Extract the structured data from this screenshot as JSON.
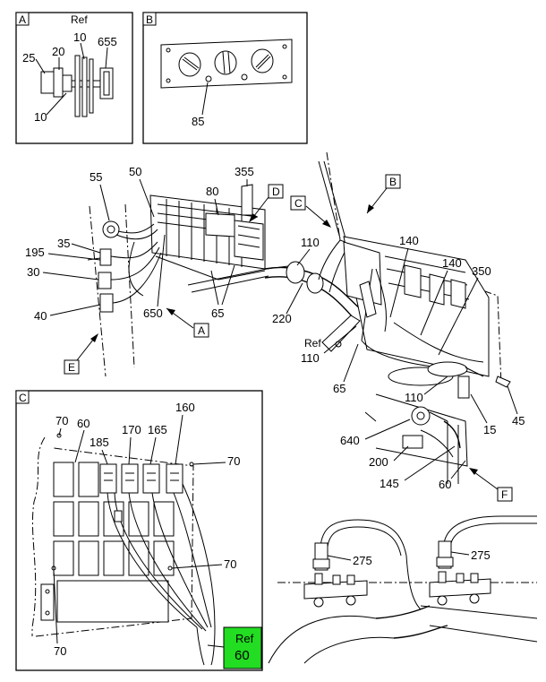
{
  "detail_views": {
    "A": {
      "letter": "A",
      "callouts": {
        "c25": "25",
        "c20": "20",
        "ref_word": "Ref",
        "ref_num": "10",
        "c655": "655",
        "c10": "10"
      }
    },
    "B": {
      "letter": "B",
      "callouts": {
        "c85": "85"
      }
    },
    "C": {
      "letter": "C",
      "callouts": {
        "c70a": "70",
        "c60": "60",
        "c185": "185",
        "c170": "170",
        "c165": "165",
        "c160": "160",
        "c70b": "70",
        "c70c": "70",
        "c70d": "70"
      },
      "ref_badge": {
        "word": "Ref",
        "num": "60",
        "color": "#22dd22"
      }
    }
  },
  "main_view": {
    "view_flags": {
      "A": "A",
      "B": "B",
      "C": "C",
      "D": "D",
      "E": "E",
      "F": "F"
    },
    "callouts": {
      "c55": "55",
      "c50": "50",
      "c355": "355",
      "c80": "80",
      "c195": "195",
      "c35": "35",
      "c30": "30",
      "c40": "40",
      "c650": "650",
      "c65a": "65",
      "c110": "110",
      "c220": "220",
      "c140a": "140",
      "c140b": "140",
      "c350": "350",
      "ref_word": "Ref",
      "ref_num": "110",
      "c65b": "65",
      "c110b": "110",
      "c15": "15",
      "c45": "45",
      "c640": "640",
      "c200": "200",
      "c145": "145",
      "c60": "60"
    }
  },
  "bottom_right_view": {
    "callouts": {
      "c275a": "275",
      "c275b": "275"
    }
  }
}
